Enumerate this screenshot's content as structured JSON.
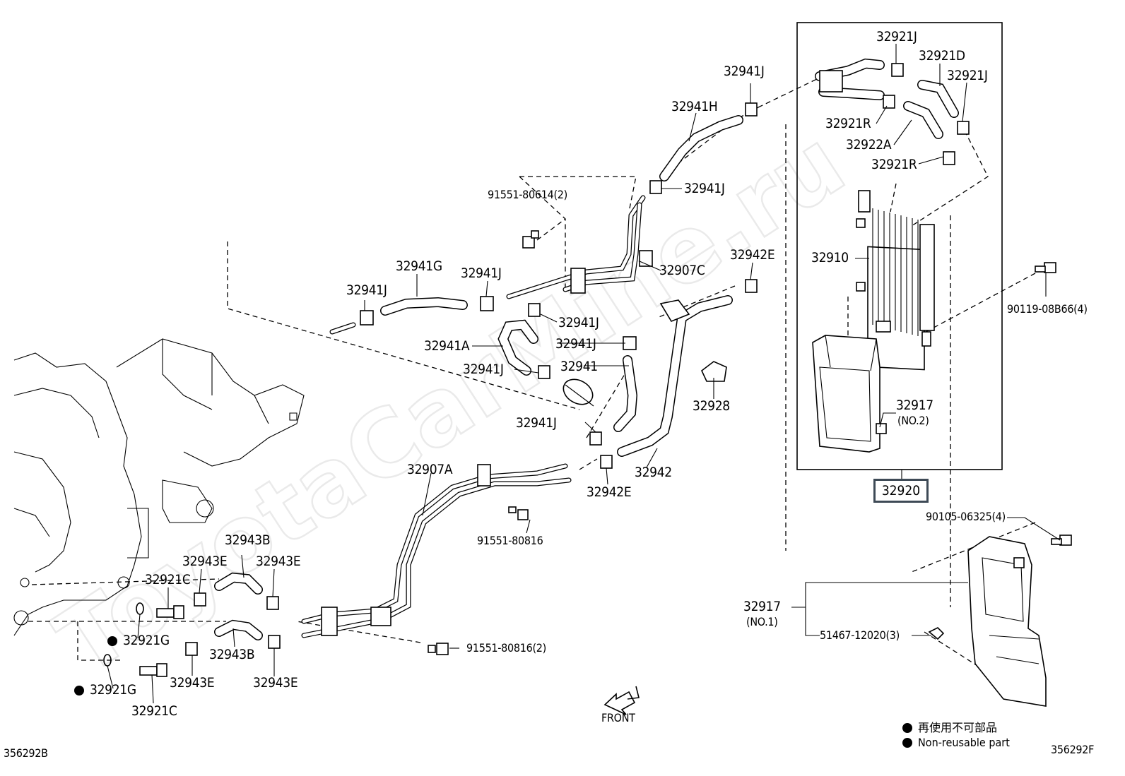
{
  "diagram_codes": {
    "left": "356292B",
    "right": "356292F"
  },
  "watermark": "ToyotaCarMine.ru",
  "direction_label": "FRONT",
  "legend": {
    "jp": "再使用不可部品",
    "en": "Non-reusable part"
  },
  "assembly_label": "32920",
  "parts": {
    "p32921J_a": "32921J",
    "p32921D": "32921D",
    "p32921J_b": "32921J",
    "p32921R_a": "32921R",
    "p32922A": "32922A",
    "p32921R_b": "32921R",
    "p32910": "32910",
    "p90119": "90119-08B66(4)",
    "p32917_no2": "32917",
    "p32917_no2_sub": "(NO.2)",
    "p90105": "90105-06325(4)",
    "p32917_no1": "32917",
    "p32917_no1_sub": "(NO.1)",
    "p51467": "51467-12020(3)",
    "p32941J_top": "32941J",
    "p32941H": "32941H",
    "p32941J_mid": "32941J",
    "p91551_80614": "91551-80614(2)",
    "p32942E_top": "32942E",
    "p32907C": "32907C",
    "p32941G": "32941G",
    "p32941J_l1": "32941J",
    "p32941J_l2": "32941J",
    "p32941J_c1": "32941J",
    "p32941A": "32941A",
    "p32941J_c2": "32941J",
    "p32941": "32941",
    "p32941J_c3": "32941J",
    "p32928": "32928",
    "p32941J_c4": "32941J",
    "p32942": "32942",
    "p32942E_bot": "32942E",
    "p32907A": "32907A",
    "p91551_80816": "91551-80816",
    "p91551_80816_2": "91551-80816(2)",
    "p32943B_top": "32943B",
    "p32943E_a": "32943E",
    "p32943E_b": "32943E",
    "p32921C_top": "32921C",
    "p32921G_a": "32921G",
    "p32943B_bot": "32943B",
    "p32921G_b": "32921G",
    "p32943E_c": "32943E",
    "p32943E_d": "32943E",
    "p32921C_bot": "32921C"
  }
}
